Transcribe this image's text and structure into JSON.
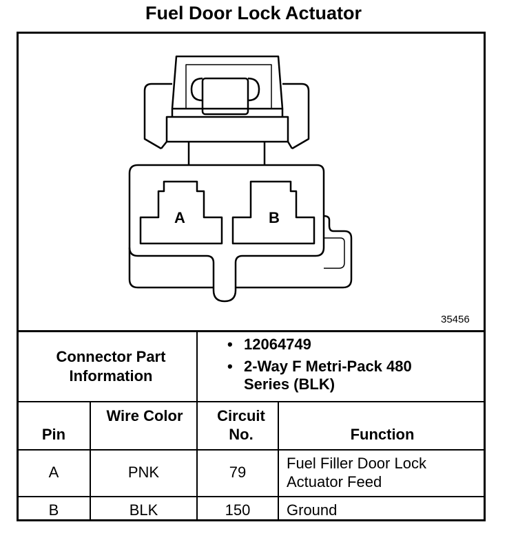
{
  "title": "Fuel Door Lock Actuator",
  "figure_number": "35456",
  "diagram": {
    "pin_a_label": "A",
    "pin_b_label": "B"
  },
  "connector_info": {
    "label": "Connector Part Information",
    "items": [
      "12064749",
      "2-Way F Metri-Pack 480 Series (BLK)"
    ]
  },
  "table": {
    "headers": {
      "pin": "Pin",
      "wire_color": "Wire Color",
      "circuit_no": "Circuit No.",
      "function": "Function"
    },
    "rows": [
      {
        "pin": "A",
        "wire_color": "PNK",
        "circuit_no": "79",
        "function": "Fuel Filler Door Lock Actuator Feed"
      },
      {
        "pin": "B",
        "wire_color": "BLK",
        "circuit_no": "150",
        "function": "Ground"
      }
    ]
  }
}
